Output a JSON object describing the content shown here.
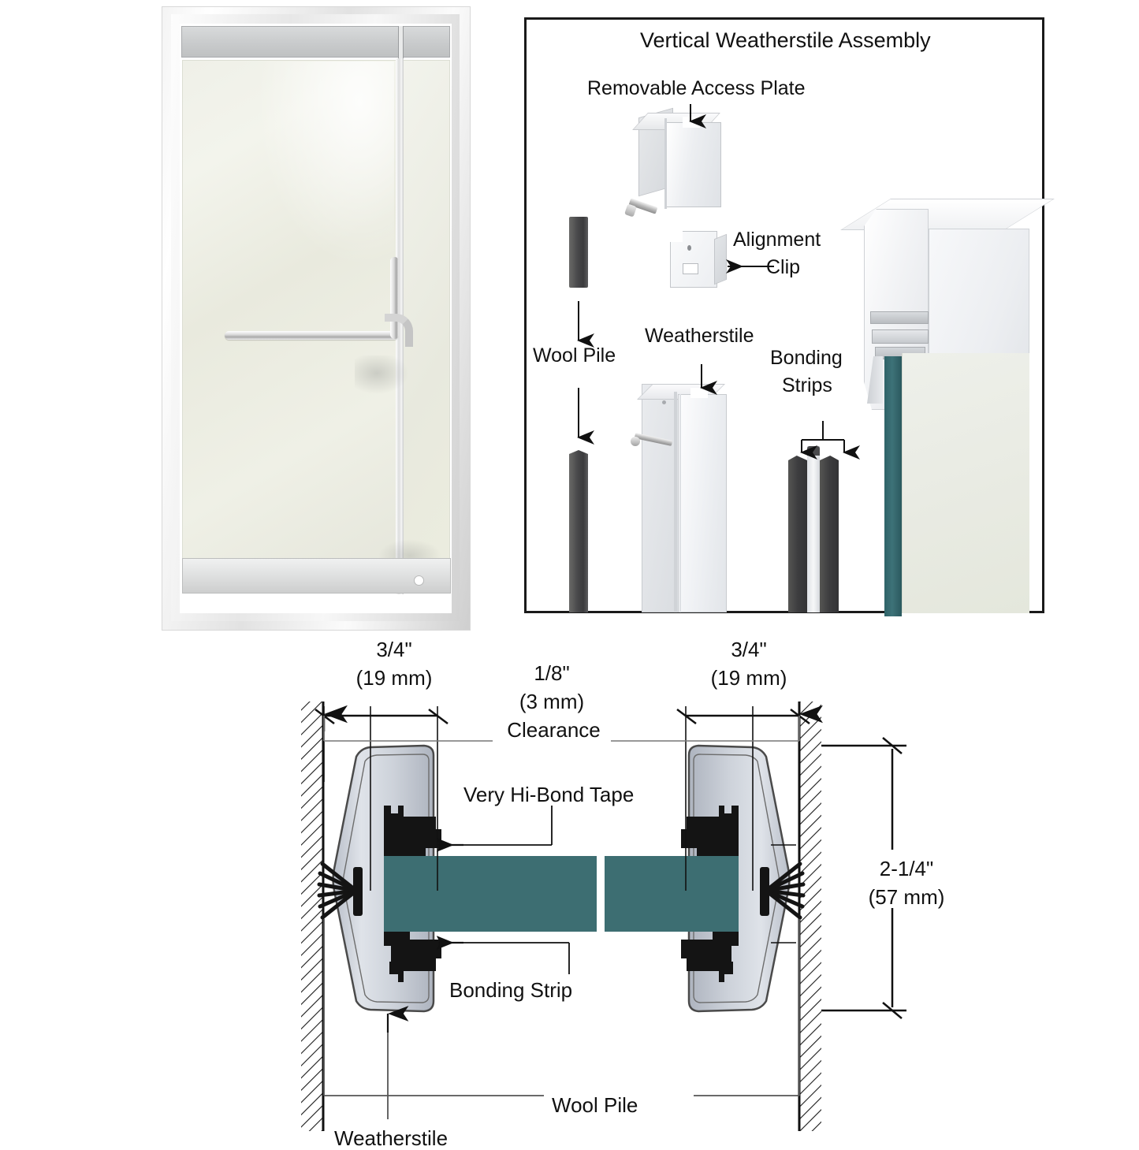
{
  "assembly": {
    "title": "Vertical Weatherstile Assembly",
    "labels": {
      "access_plate": "Removable Access Plate",
      "alignment_clip_line1": "Alignment",
      "alignment_clip_line2": "Clip",
      "wool_pile": "Wool Pile",
      "weatherstile": "Weatherstile",
      "bonding_strips_line1": "Bonding",
      "bonding_strips_line2": "Strips"
    }
  },
  "door_photo": {
    "name": "glass-door-photo"
  },
  "section": {
    "dimensions": {
      "left_width_in": "3/4\"",
      "left_width_mm": "(19 mm)",
      "right_width_in": "3/4\"",
      "right_width_mm": "(19 mm)",
      "clearance_in": "1/8\"",
      "clearance_mm": "(3 mm)",
      "clearance_label": "Clearance",
      "height_in": "2-1/4\"",
      "height_mm": "(57 mm)"
    },
    "labels": {
      "vhb_tape": "Very Hi-Bond Tape",
      "bonding_strip": "Bonding Strip",
      "wool_pile": "Wool Pile",
      "weatherstile": "Weatherstile"
    }
  },
  "colors": {
    "glass_teal": "#3d6e72",
    "aluminum_light": "#c9ced6",
    "gasket_black": "#1a1a1a",
    "line_black": "#111111",
    "door_glass": "#eaebe1"
  }
}
